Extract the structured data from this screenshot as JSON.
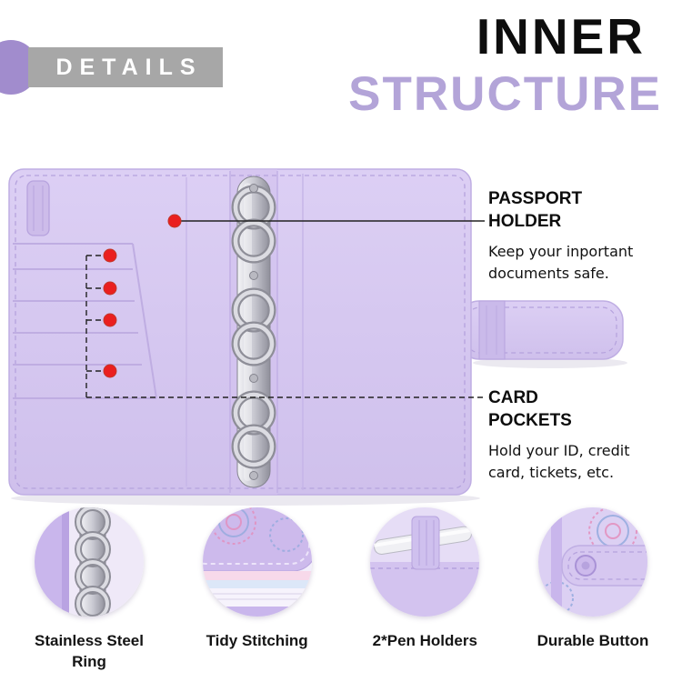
{
  "header": {
    "badge": "DETAILS",
    "title_line1": "INNER",
    "title_line2": "STRUCTURE"
  },
  "callouts": [
    {
      "label": "PASSPORT HOLDER",
      "description": "Keep your inportant documents safe."
    },
    {
      "label": "CARD POCKETS",
      "description": "Hold your ID, credit card, tickets, etc."
    }
  ],
  "features": [
    {
      "caption": "Stainless Steel Ring"
    },
    {
      "caption": "Tidy Stitching"
    },
    {
      "caption": "2*Pen Holders"
    },
    {
      "caption": "Durable Button"
    }
  ],
  "colors": {
    "accent_purple": "#b3a4d8",
    "binder_lavender": "#d5c7f0",
    "badge_gray": "#a7a7a7",
    "marker_red": "#ea1f1f"
  }
}
